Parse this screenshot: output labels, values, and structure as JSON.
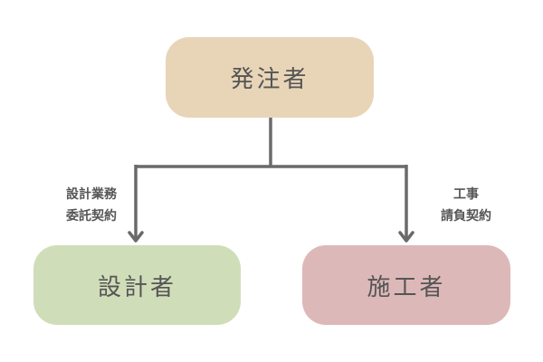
{
  "colors": {
    "client_fill": "#e8d5b8",
    "designer_fill": "#d0ddb9",
    "contractor_fill": "#ddb8b8",
    "connector": "#6a6a6a"
  },
  "nodes": {
    "client": {
      "label": "発注者"
    },
    "designer": {
      "label": "設計者"
    },
    "contractor": {
      "label": "施工者"
    }
  },
  "edges": {
    "design_contract": {
      "line1": "設計業務",
      "line2": "委託契約"
    },
    "construction_contract": {
      "line1": "工事",
      "line2": "請負契約"
    }
  }
}
